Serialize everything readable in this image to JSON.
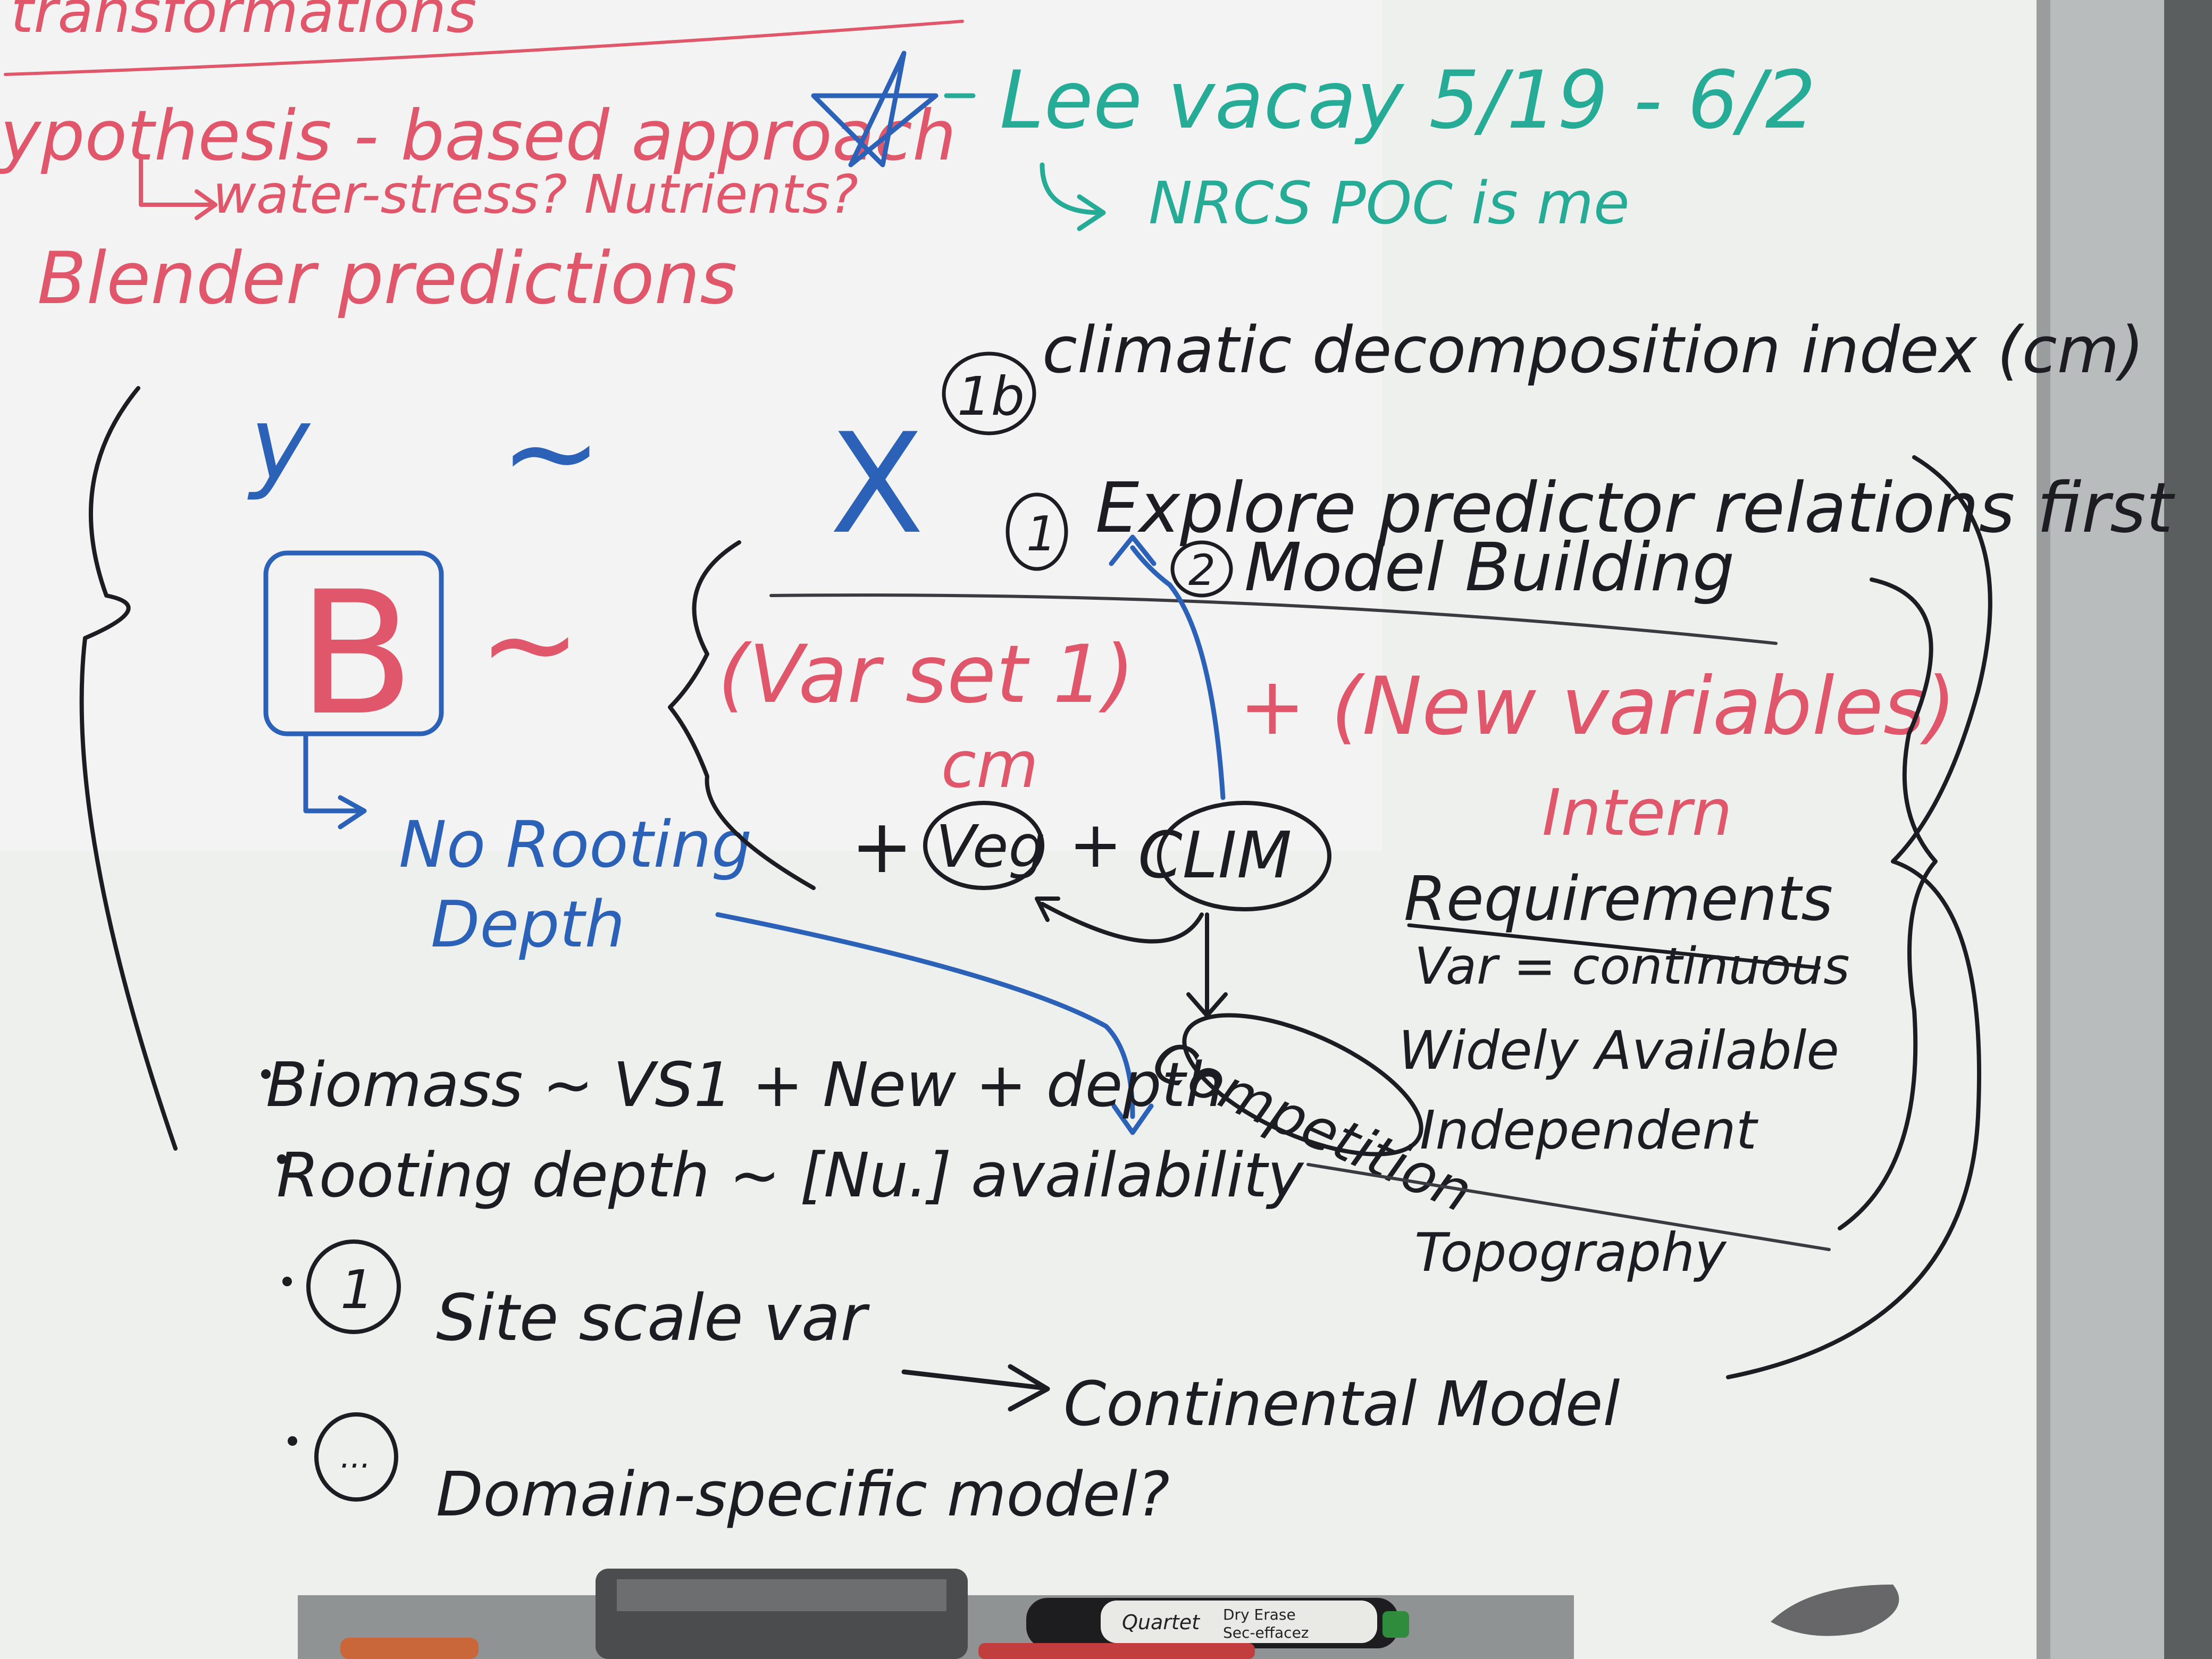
{
  "colors": {
    "red_marker": "#e0566a",
    "teal_marker": "#25ab96",
    "blue_marker": "#2c61b8",
    "black_marker": "#1c1c22",
    "board": "#eef0ee",
    "frame": "#b9bcbd"
  },
  "red_notes": {
    "top_cut": "transformations",
    "hypothesis": "ypothesis - based approach",
    "stress": "water-stress? Nutrients?",
    "blender": "Blender predictions"
  },
  "teal_notes": {
    "lee": "Lee vacay 5/19 - 6/2",
    "nrcs": "NRCS POC is me"
  },
  "formula": {
    "y": "y",
    "tilde": "~",
    "x": "X",
    "b": "B",
    "varset": "(Var set 1)",
    "cm": "cm",
    "plus_new": "+ (New variables)",
    "intern": "Intern",
    "plus1": "+",
    "veg": "Veg",
    "plus2": "+",
    "clim": "CLIM",
    "competition": "Competition",
    "rooting": "No Rooting",
    "depth": "Depth"
  },
  "steps": {
    "cdi_num": "1b",
    "cdi": "climatic decomposition index (cm)",
    "explore_num": "1",
    "explore": "Explore predictor relations first",
    "model_num": "2",
    "model": "Model Building"
  },
  "requirements": {
    "title": "Requirements",
    "item1": "Var = continuous",
    "item2": "Widely Available",
    "item3": "Independent",
    "item4": "Topography"
  },
  "bullets": {
    "biomass": "Biomass ~ VS1 + New + depth",
    "rooting": "Rooting depth ~ [Nu.] availability",
    "site_num": "1",
    "site": "Site scale var",
    "continental": "Continental Model",
    "domain_num": "...",
    "domain": "Domain-specific model?"
  },
  "marker_brand": {
    "brand": "Quartet",
    "type1": "Dry Erase",
    "type2": "Sec-effacez"
  }
}
